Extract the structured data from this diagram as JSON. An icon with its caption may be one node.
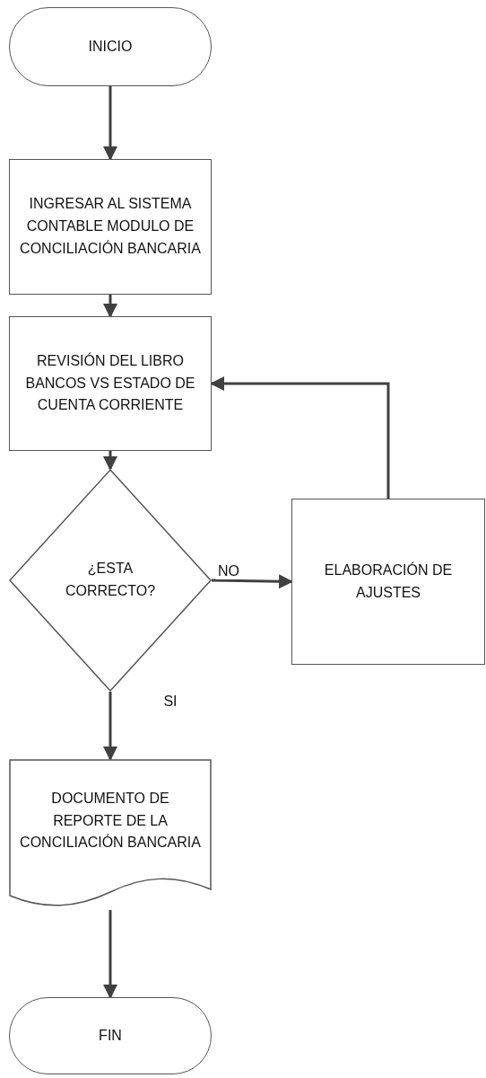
{
  "diagram": {
    "nodes": [
      {
        "text": [
          "INICIO"
        ]
      },
      {
        "text": [
          "INGRESAR AL SISTEMA CONTABLE MODULO DE CONCILIACIÓN BANCARIA"
        ]
      },
      {
        "text": [
          "REVISIÓN DEL LIBRO BANCOS VS ESTADO DE CUENTA CORRIENTE"
        ]
      },
      {
        "text": [
          "¿ESTA CORRECTO?"
        ]
      },
      {
        "text": [
          "ELABORACIÓN DE AJUSTES"
        ]
      },
      {
        "text": [
          "DOCUMENTO DE REPORTE DE LA CONCILIACIÓN BANCARIA"
        ]
      },
      {
        "text": [
          "FIN"
        ]
      }
    ],
    "edges": [
      {
        "from": 0,
        "to": 1,
        "arrow": "to"
      },
      {
        "from": 1,
        "to": 2,
        "arrow": "to"
      },
      {
        "from": 2,
        "to": 3,
        "arrow": "to"
      },
      {
        "from": 3,
        "to": 4,
        "arrow": "to",
        "label": "NO"
      },
      {
        "from": 4,
        "to": 2,
        "arrow": "to"
      },
      {
        "from": 3,
        "to": 5,
        "arrow": "to",
        "label": "SI"
      },
      {
        "from": 5,
        "to": 6,
        "arrow": "to"
      }
    ]
  }
}
